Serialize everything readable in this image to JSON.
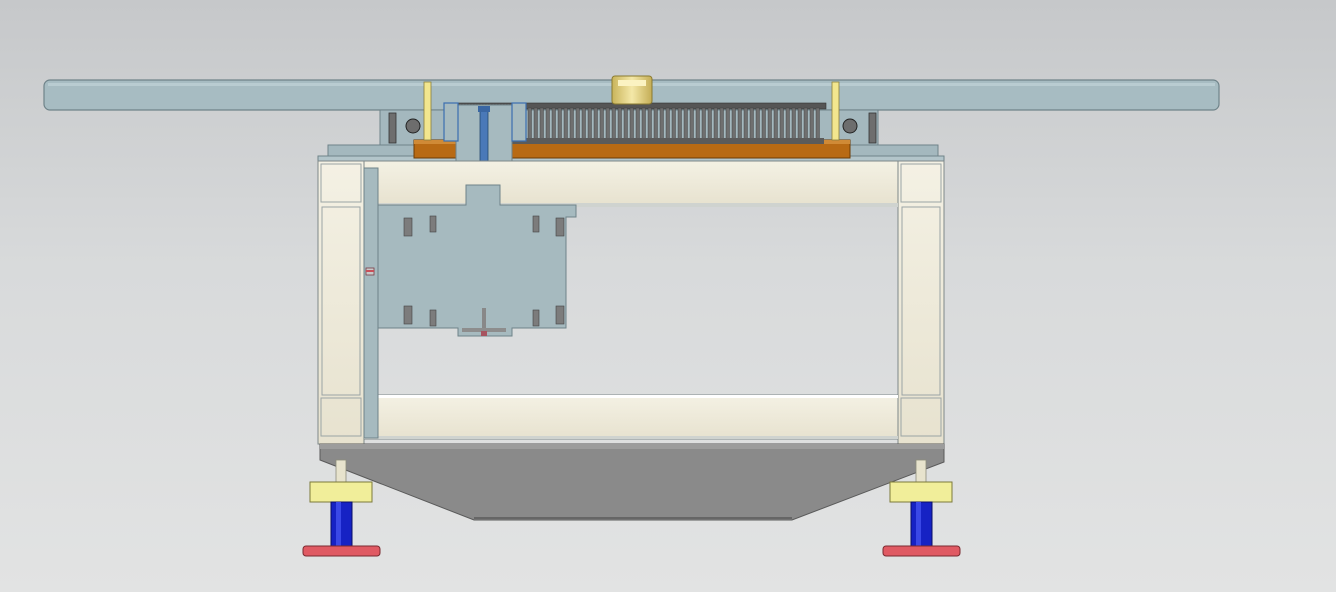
{
  "scene": {
    "background": [
      "#c6c8ca",
      "#e2e3e3"
    ],
    "parts": [
      {
        "id": "rotary-plate",
        "icon": "rotary-plate-icon",
        "color": "#a7bcc2"
      },
      {
        "id": "bearing-housing",
        "icon": "bearing-housing-icon",
        "color": "#a4b8be"
      },
      {
        "id": "gear-ring",
        "icon": "gear-ring-icon",
        "color": "#6f6f6f"
      },
      {
        "id": "bronze-bushing",
        "icon": "bushing-icon",
        "color": "#b86a14"
      },
      {
        "id": "top-cap",
        "icon": "cap-icon",
        "color": "#e8d98c"
      },
      {
        "id": "frame",
        "icon": "frame-icon",
        "color": "#efebdc"
      },
      {
        "id": "motor-gearbox",
        "icon": "gearbox-icon",
        "color": "#a6babf"
      },
      {
        "id": "hopper",
        "icon": "hopper-icon",
        "color": "#8a8a8a"
      },
      {
        "id": "leveling-feet",
        "icon": "leveling-foot-icon",
        "colors": [
          "#f1ee9a",
          "#1622c4",
          "#e05a63"
        ]
      }
    ]
  }
}
